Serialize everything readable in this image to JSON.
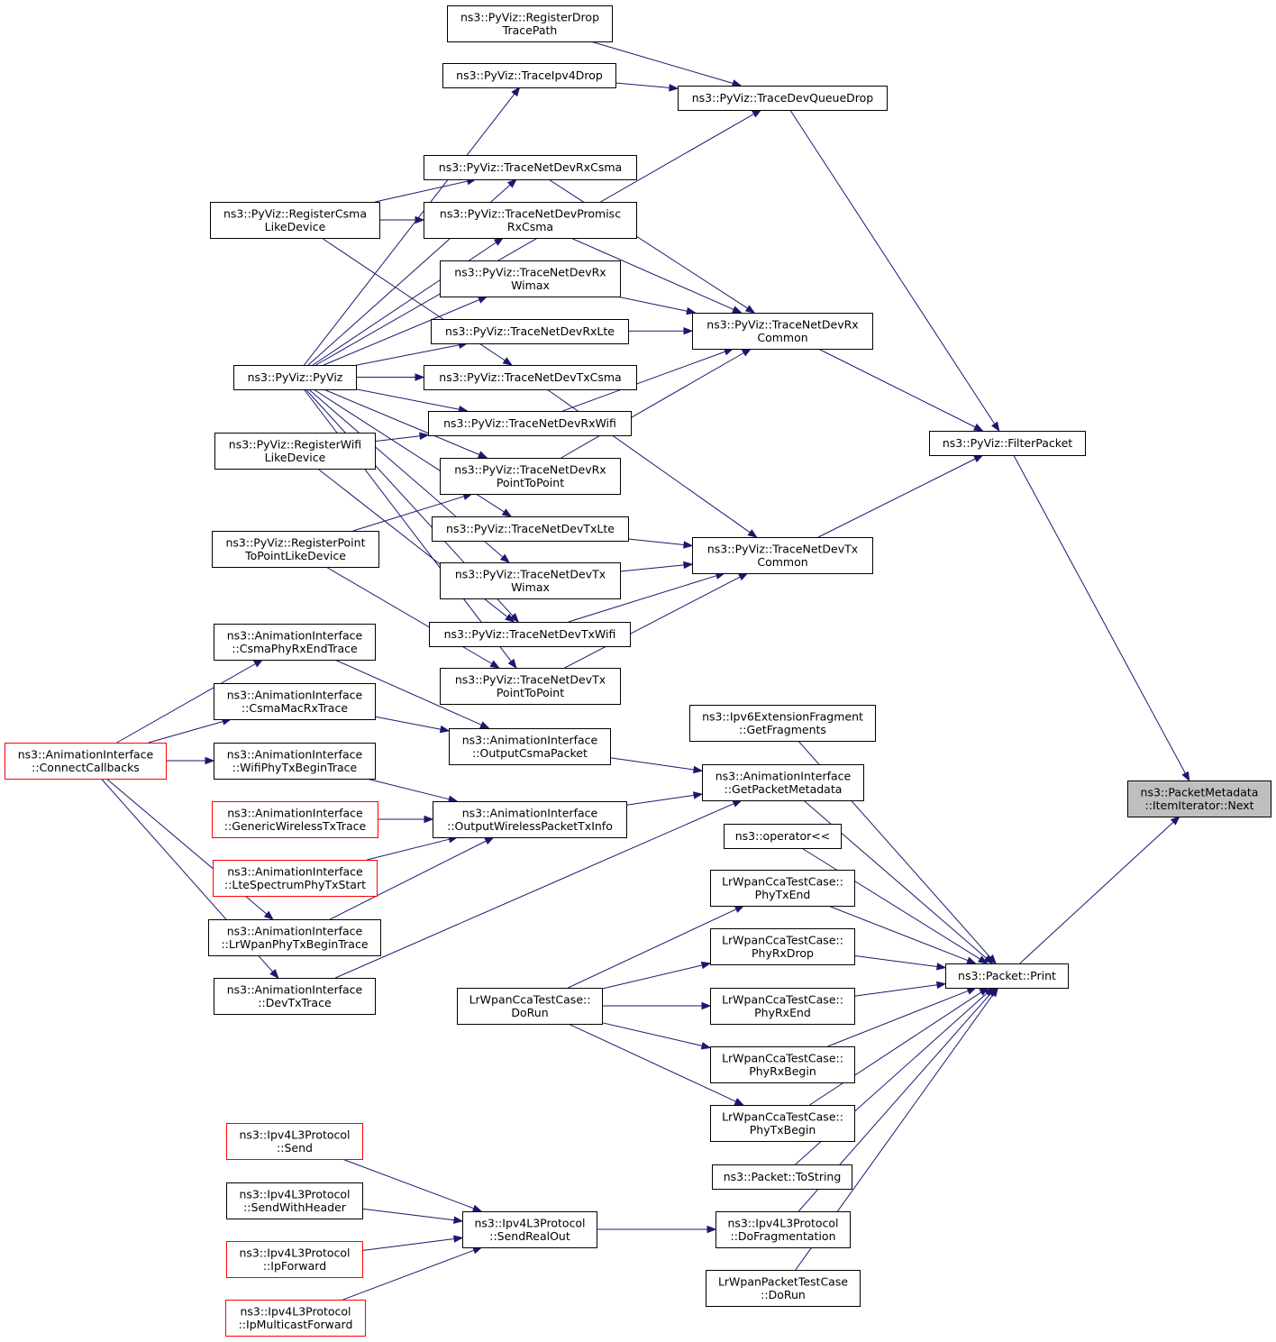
{
  "graph_title": "",
  "colors": {
    "edge": "#191970",
    "normal_border": "#000000",
    "red_border": "#ff0000",
    "root_fill": "#bfbfbf"
  },
  "nodes": {
    "root": {
      "lines": [
        "ns3::PacketMetadata",
        "::ItemIterator::Next"
      ],
      "style": "root"
    },
    "filterPacket": {
      "lines": [
        "ns3::PyViz::FilterPacket"
      ]
    },
    "packetPrint": {
      "lines": [
        "ns3::Packet::Print"
      ]
    },
    "traceDevQueueDrop": {
      "lines": [
        "ns3::PyViz::TraceDevQueueDrop"
      ]
    },
    "traceNetDevRxCommon": {
      "lines": [
        "ns3::PyViz::TraceNetDevRx",
        "Common"
      ]
    },
    "traceNetDevTxCommon": {
      "lines": [
        "ns3::PyViz::TraceNetDevTx",
        "Common"
      ]
    },
    "registerDrop": {
      "lines": [
        "ns3::PyViz::RegisterDrop",
        "TracePath"
      ]
    },
    "traceIpv4Drop": {
      "lines": [
        "ns3::PyViz::TraceIpv4Drop"
      ]
    },
    "pyViz": {
      "lines": [
        "ns3::PyViz::PyViz"
      ]
    },
    "rxCsma": {
      "lines": [
        "ns3::PyViz::TraceNetDevRxCsma"
      ]
    },
    "rxPromisc": {
      "lines": [
        "ns3::PyViz::TraceNetDevPromisc",
        "RxCsma"
      ]
    },
    "rxWimax": {
      "lines": [
        "ns3::PyViz::TraceNetDevRx",
        "Wimax"
      ]
    },
    "rxLte": {
      "lines": [
        "ns3::PyViz::TraceNetDevRxLte"
      ]
    },
    "txCsma": {
      "lines": [
        "ns3::PyViz::TraceNetDevTxCsma"
      ]
    },
    "rxWifi": {
      "lines": [
        "ns3::PyViz::TraceNetDevRxWifi"
      ]
    },
    "rxP2P": {
      "lines": [
        "ns3::PyViz::TraceNetDevRx",
        "PointToPoint"
      ]
    },
    "txLte": {
      "lines": [
        "ns3::PyViz::TraceNetDevTxLte"
      ]
    },
    "txWimax": {
      "lines": [
        "ns3::PyViz::TraceNetDevTx",
        "Wimax"
      ]
    },
    "txWifi": {
      "lines": [
        "ns3::PyViz::TraceNetDevTxWifi"
      ]
    },
    "txP2P": {
      "lines": [
        "ns3::PyViz::TraceNetDevTx",
        "PointToPoint"
      ]
    },
    "regCsma": {
      "lines": [
        "ns3::PyViz::RegisterCsma",
        "LikeDevice"
      ]
    },
    "regWifi": {
      "lines": [
        "ns3::PyViz::RegisterWifi",
        "LikeDevice"
      ]
    },
    "regP2P": {
      "lines": [
        "ns3::PyViz::RegisterPoint",
        "ToPointLikeDevice"
      ]
    },
    "csmaPhyRxEnd": {
      "lines": [
        "ns3::AnimationInterface",
        "::CsmaPhyRxEndTrace"
      ]
    },
    "csmaMacRx": {
      "lines": [
        "ns3::AnimationInterface",
        "::CsmaMacRxTrace"
      ]
    },
    "connectCallbacks": {
      "lines": [
        "ns3::AnimationInterface",
        "::ConnectCallbacks"
      ],
      "style": "red"
    },
    "wifiPhyTxBegin": {
      "lines": [
        "ns3::AnimationInterface",
        "::WifiPhyTxBeginTrace"
      ]
    },
    "genericWirelessTx": {
      "lines": [
        "ns3::AnimationInterface",
        "::GenericWirelessTxTrace"
      ],
      "style": "red"
    },
    "lteSpectrum": {
      "lines": [
        "ns3::AnimationInterface",
        "::LteSpectrumPhyTxStart"
      ],
      "style": "red"
    },
    "lrwpanPhyTxBegin": {
      "lines": [
        "ns3::AnimationInterface",
        "::LrWpanPhyTxBeginTrace"
      ]
    },
    "devTxTrace": {
      "lines": [
        "ns3::AnimationInterface",
        "::DevTxTrace"
      ]
    },
    "outputCsma": {
      "lines": [
        "ns3::AnimationInterface",
        "::OutputCsmaPacket"
      ]
    },
    "outputWireless": {
      "lines": [
        "ns3::AnimationInterface",
        "::OutputWirelessPacketTxInfo"
      ]
    },
    "getPacketMetadata": {
      "lines": [
        "ns3::AnimationInterface",
        "::GetPacketMetadata"
      ]
    },
    "ipv6Frag": {
      "lines": [
        "ns3::Ipv6ExtensionFragment",
        "::GetFragments"
      ]
    },
    "operatorLL": {
      "lines": [
        "ns3::operator<<"
      ]
    },
    "ccaPhyTxEnd": {
      "lines": [
        "LrWpanCcaTestCase::",
        "PhyTxEnd"
      ]
    },
    "ccaPhyRxDrop": {
      "lines": [
        "LrWpanCcaTestCase::",
        "PhyRxDrop"
      ]
    },
    "ccaPhyRxEnd": {
      "lines": [
        "LrWpanCcaTestCase::",
        "PhyRxEnd"
      ]
    },
    "ccaPhyRxBegin": {
      "lines": [
        "LrWpanCcaTestCase::",
        "PhyRxBegin"
      ]
    },
    "ccaPhyTxBegin": {
      "lines": [
        "LrWpanCcaTestCase::",
        "PhyTxBegin"
      ]
    },
    "ccaDoRun": {
      "lines": [
        "LrWpanCcaTestCase::",
        "DoRun"
      ]
    },
    "packetToString": {
      "lines": [
        "ns3::Packet::ToString"
      ]
    },
    "doFragmentation": {
      "lines": [
        "ns3::Ipv4L3Protocol",
        "::DoFragmentation"
      ]
    },
    "sendRealOut": {
      "lines": [
        "ns3::Ipv4L3Protocol",
        "::SendRealOut"
      ]
    },
    "lrwpanPacketDoRun": {
      "lines": [
        "LrWpanPacketTestCase",
        "::DoRun"
      ]
    },
    "ipv4Send": {
      "lines": [
        "ns3::Ipv4L3Protocol",
        "::Send"
      ],
      "style": "red"
    },
    "ipv4SendWithHeader": {
      "lines": [
        "ns3::Ipv4L3Protocol",
        "::SendWithHeader"
      ]
    },
    "ipv4IpForward": {
      "lines": [
        "ns3::Ipv4L3Protocol",
        "::IpForward"
      ],
      "style": "red"
    },
    "ipv4IpMulticast": {
      "lines": [
        "ns3::Ipv4L3Protocol",
        "::IpMulticastForward"
      ],
      "style": "red"
    }
  },
  "edges": [
    [
      "filterPacket",
      "root"
    ],
    [
      "packetPrint",
      "root"
    ],
    [
      "traceDevQueueDrop",
      "filterPacket"
    ],
    [
      "traceNetDevRxCommon",
      "filterPacket"
    ],
    [
      "traceNetDevTxCommon",
      "filterPacket"
    ],
    [
      "registerDrop",
      "traceDevQueueDrop"
    ],
    [
      "traceIpv4Drop",
      "traceDevQueueDrop"
    ],
    [
      "pyViz",
      "traceDevQueueDrop"
    ],
    [
      "pyViz",
      "traceIpv4Drop"
    ],
    [
      "rxCsma",
      "traceNetDevRxCommon"
    ],
    [
      "rxPromisc",
      "traceNetDevRxCommon"
    ],
    [
      "rxWimax",
      "traceNetDevRxCommon"
    ],
    [
      "rxLte",
      "traceNetDevRxCommon"
    ],
    [
      "rxWifi",
      "traceNetDevRxCommon"
    ],
    [
      "rxP2P",
      "traceNetDevRxCommon"
    ],
    [
      "txCsma",
      "traceNetDevTxCommon"
    ],
    [
      "txLte",
      "traceNetDevTxCommon"
    ],
    [
      "txWimax",
      "traceNetDevTxCommon"
    ],
    [
      "txWifi",
      "traceNetDevTxCommon"
    ],
    [
      "txP2P",
      "traceNetDevTxCommon"
    ],
    [
      "regCsma",
      "rxCsma"
    ],
    [
      "regCsma",
      "rxPromisc"
    ],
    [
      "regCsma",
      "txCsma"
    ],
    [
      "pyViz",
      "rxCsma"
    ],
    [
      "pyViz",
      "rxPromisc"
    ],
    [
      "pyViz",
      "rxWimax"
    ],
    [
      "pyViz",
      "rxLte"
    ],
    [
      "pyViz",
      "txCsma"
    ],
    [
      "pyViz",
      "rxWifi"
    ],
    [
      "pyViz",
      "rxP2P"
    ],
    [
      "pyViz",
      "txLte"
    ],
    [
      "pyViz",
      "txWimax"
    ],
    [
      "pyViz",
      "txWifi"
    ],
    [
      "pyViz",
      "txP2P"
    ],
    [
      "regWifi",
      "rxWifi"
    ],
    [
      "regWifi",
      "txWifi"
    ],
    [
      "regP2P",
      "rxP2P"
    ],
    [
      "regP2P",
      "txP2P"
    ],
    [
      "csmaPhyRxEnd",
      "outputCsma"
    ],
    [
      "csmaMacRx",
      "outputCsma"
    ],
    [
      "outputCsma",
      "getPacketMetadata"
    ],
    [
      "wifiPhyTxBegin",
      "outputWireless"
    ],
    [
      "genericWirelessTx",
      "outputWireless"
    ],
    [
      "lteSpectrum",
      "outputWireless"
    ],
    [
      "lrwpanPhyTxBegin",
      "outputWireless"
    ],
    [
      "outputWireless",
      "getPacketMetadata"
    ],
    [
      "devTxTrace",
      "getPacketMetadata"
    ],
    [
      "connectCallbacks",
      "csmaPhyRxEnd"
    ],
    [
      "connectCallbacks",
      "csmaMacRx"
    ],
    [
      "connectCallbacks",
      "wifiPhyTxBegin"
    ],
    [
      "connectCallbacks",
      "lrwpanPhyTxBegin"
    ],
    [
      "connectCallbacks",
      "devTxTrace"
    ],
    [
      "getPacketMetadata",
      "packetPrint"
    ],
    [
      "ipv6Frag",
      "packetPrint"
    ],
    [
      "operatorLL",
      "packetPrint"
    ],
    [
      "ccaPhyTxEnd",
      "packetPrint"
    ],
    [
      "ccaPhyRxDrop",
      "packetPrint"
    ],
    [
      "ccaPhyRxEnd",
      "packetPrint"
    ],
    [
      "ccaPhyRxBegin",
      "packetPrint"
    ],
    [
      "ccaPhyTxBegin",
      "packetPrint"
    ],
    [
      "packetToString",
      "packetPrint"
    ],
    [
      "doFragmentation",
      "packetPrint"
    ],
    [
      "lrwpanPacketDoRun",
      "packetPrint"
    ],
    [
      "ccaDoRun",
      "ccaPhyTxEnd"
    ],
    [
      "ccaDoRun",
      "ccaPhyRxDrop"
    ],
    [
      "ccaDoRun",
      "ccaPhyRxEnd"
    ],
    [
      "ccaDoRun",
      "ccaPhyRxBegin"
    ],
    [
      "ccaDoRun",
      "ccaPhyTxBegin"
    ],
    [
      "sendRealOut",
      "doFragmentation"
    ],
    [
      "ipv4Send",
      "sendRealOut"
    ],
    [
      "ipv4SendWithHeader",
      "sendRealOut"
    ],
    [
      "ipv4IpForward",
      "sendRealOut"
    ],
    [
      "ipv4IpMulticast",
      "sendRealOut"
    ]
  ]
}
